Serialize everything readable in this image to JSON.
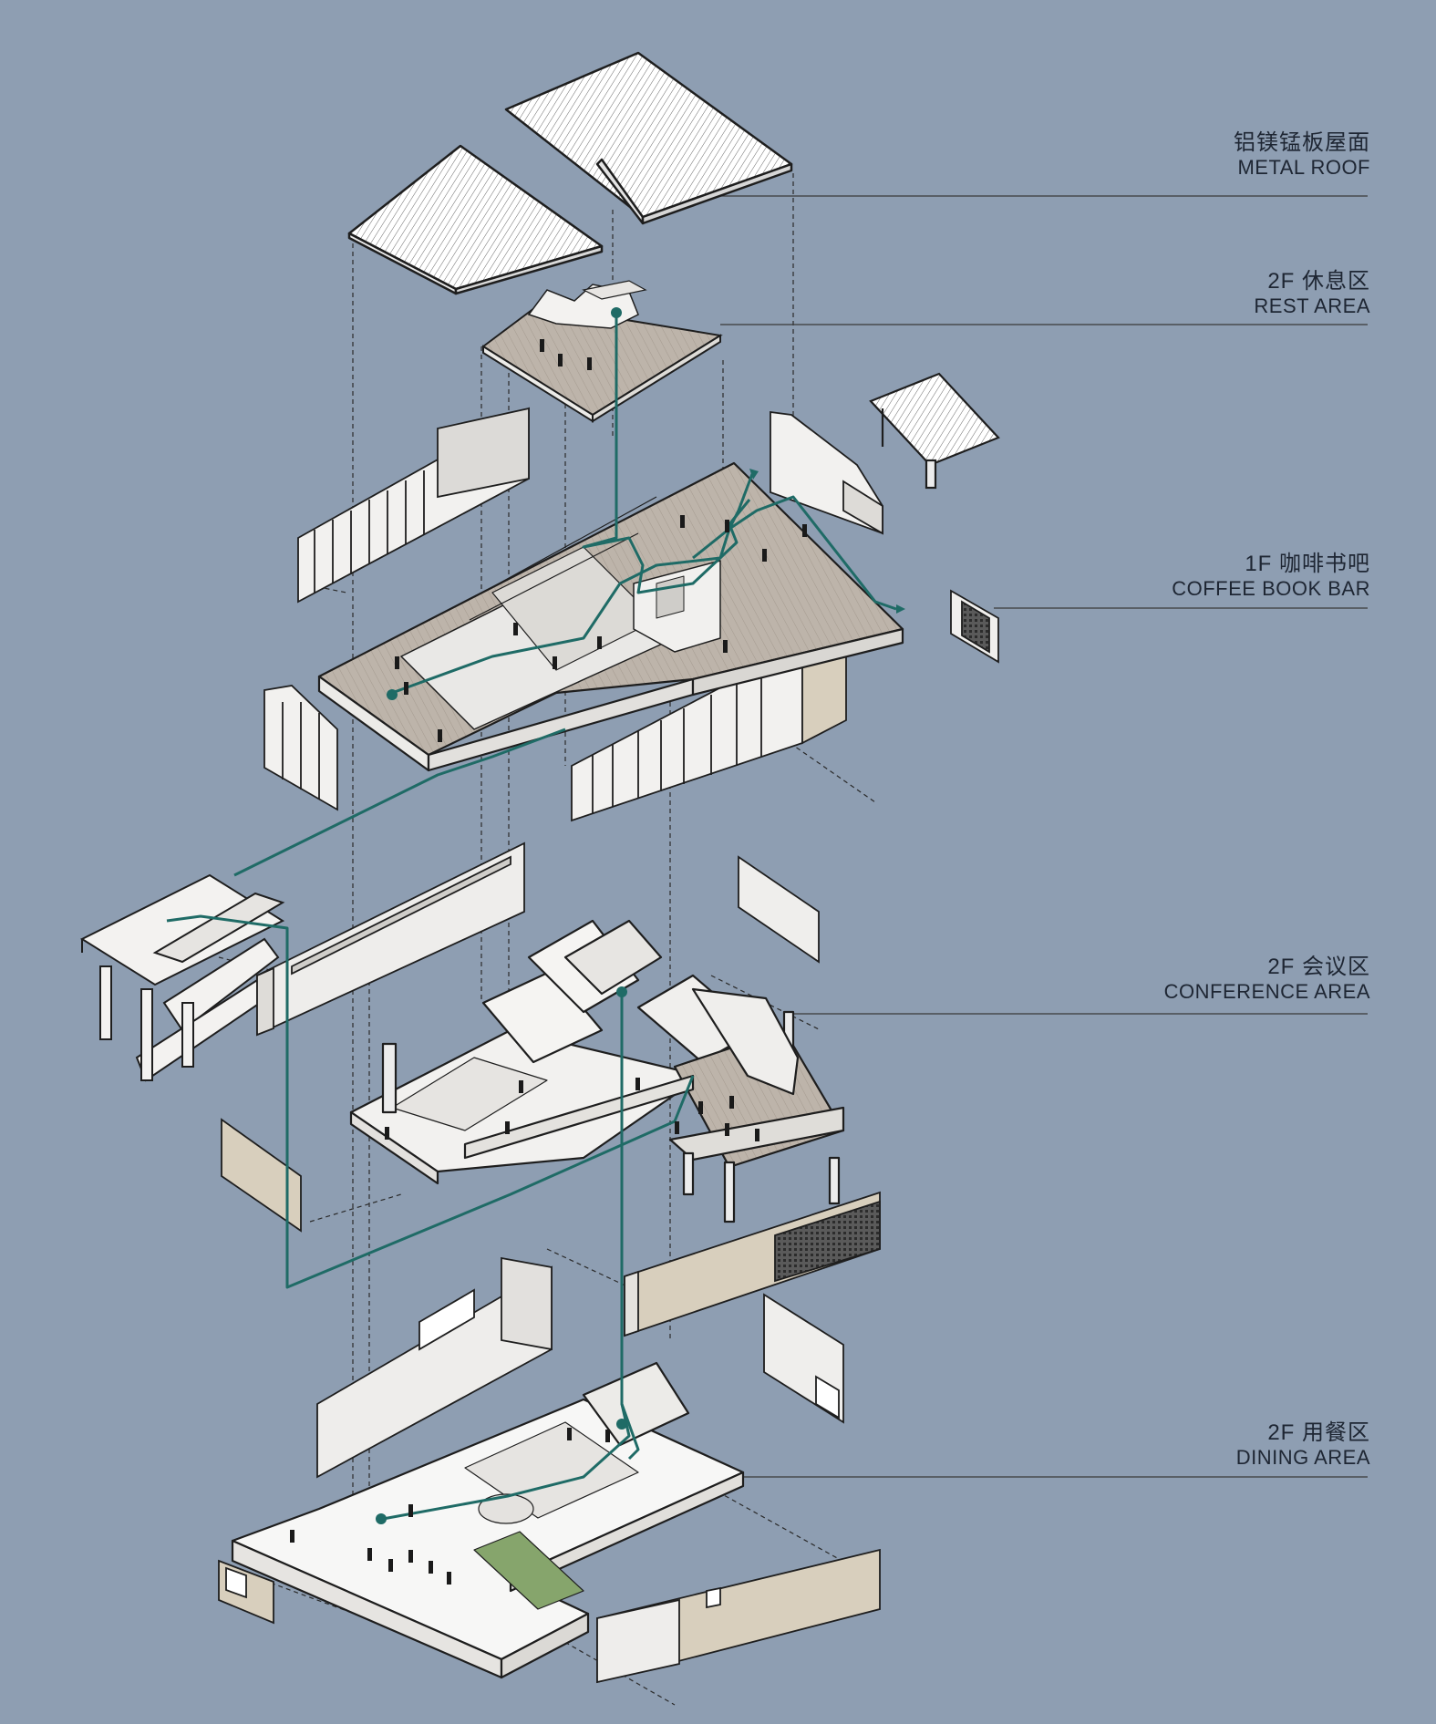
{
  "colors": {
    "background": "#8e9eb2",
    "circulation_path": "#1f6b66",
    "floor_wood": "#b9b0a6",
    "wall_face": "#f4f3f1",
    "wall_tan": "#d8cfbd",
    "lawn": "#86a56c",
    "outline": "#2a2a2a"
  },
  "labels": [
    {
      "id": "metal-roof",
      "zh": "铝镁锰板屋面",
      "en": "METAL  ROOF"
    },
    {
      "id": "rest-area",
      "zh": "2F 休息区",
      "en": "REST AREA"
    },
    {
      "id": "coffee-book-bar",
      "zh": "1F  咖啡书吧",
      "en": "COFFEE BOOK BAR"
    },
    {
      "id": "conference-area",
      "zh": "2F 会议区",
      "en": "CONFERENCE AREA"
    },
    {
      "id": "dining-area",
      "zh": "2F 用餐区",
      "en": "DINING AREA"
    }
  ]
}
